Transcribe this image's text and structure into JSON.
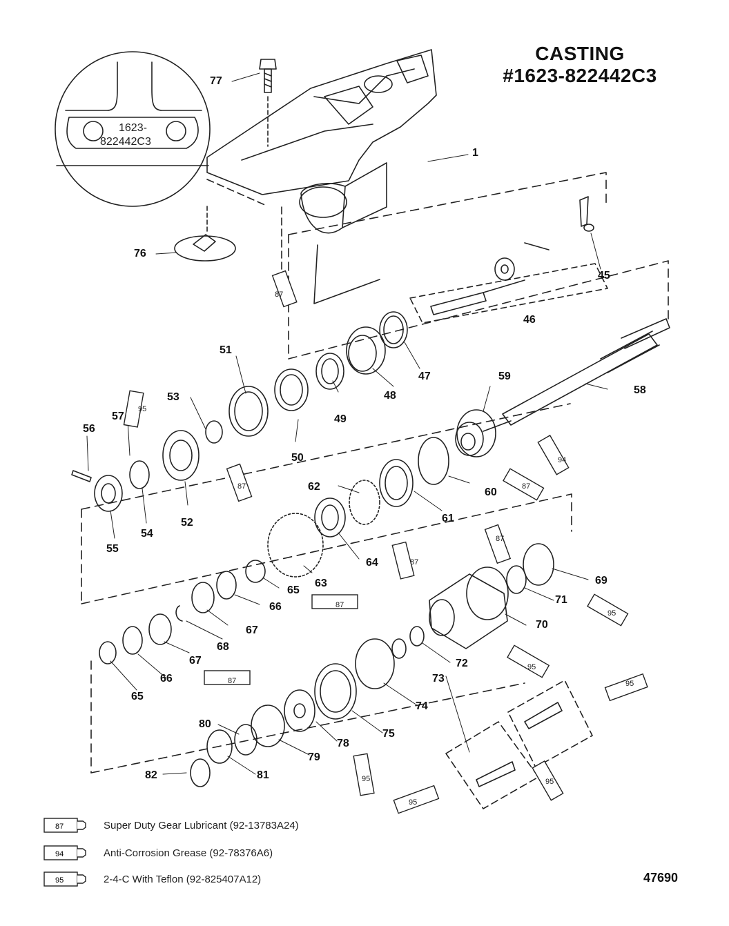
{
  "header": {
    "title_line1": "CASTING",
    "title_line2": "#1623-822442C3"
  },
  "detail_circle": {
    "text_line1": "1623-",
    "text_line2": "822442C3"
  },
  "callouts": [
    "77",
    "1",
    "76",
    "45",
    "87",
    "46",
    "51",
    "47",
    "48",
    "49",
    "53",
    "57",
    "95",
    "59",
    "58",
    "56",
    "50",
    "94",
    "62",
    "60",
    "61",
    "52",
    "54",
    "55",
    "64",
    "63",
    "65",
    "66",
    "67",
    "68",
    "69",
    "71",
    "70",
    "72",
    "73",
    "74",
    "75",
    "78",
    "79",
    "80",
    "81",
    "82"
  ],
  "tube_labels": {
    "t87": "87",
    "t94": "94",
    "t95": "95"
  },
  "legend": [
    {
      "code": "87",
      "text": "Super Duty Gear Lubricant (92-13783A24)"
    },
    {
      "code": "94",
      "text": "Anti-Corrosion Grease (92-78376A6)"
    },
    {
      "code": "95",
      "text": "2-4-C  With Teflon (92-825407A12)"
    }
  ],
  "figure_number": "47690"
}
